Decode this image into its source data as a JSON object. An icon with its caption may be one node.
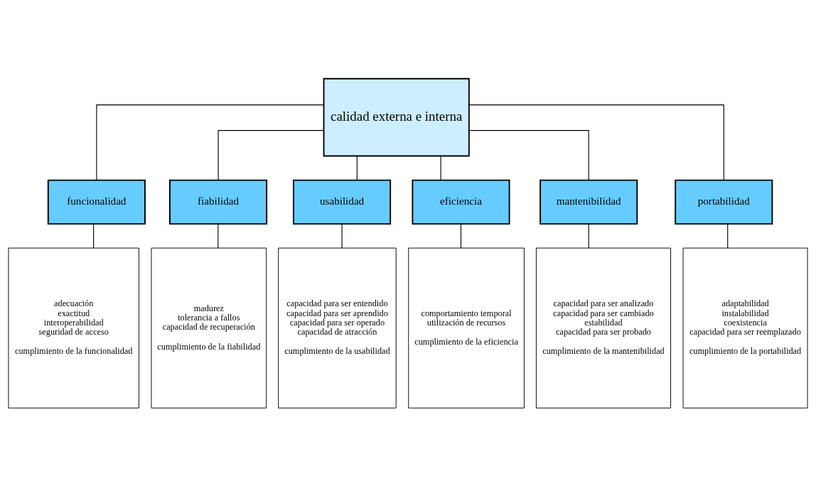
{
  "diagram": {
    "nodes": [
      {
        "text": [
          "calidad externa e interna"
        ]
      },
      {
        "text": [
          "funcionalidad"
        ]
      },
      {
        "text": [
          "fiabilidad"
        ]
      },
      {
        "text": [
          "usabilidad"
        ]
      },
      {
        "text": [
          "eficiencia"
        ]
      },
      {
        "text": [
          "mantenibilidad"
        ]
      },
      {
        "text": [
          "portabilidad"
        ]
      },
      {
        "text": [
          "adecuación",
          "exactitud",
          "interoperabilidad",
          "seguridad de acceso",
          "cumplimiento de la funcionalidad"
        ]
      },
      {
        "text": [
          "madurez",
          "tolerancia a fallos",
          "capacidad de recuperación",
          "cumplimiento de la fiabilidad"
        ]
      },
      {
        "text": [
          "capacidad para ser entendido",
          "capacidad para ser aprendido",
          "capacidad para ser operado",
          "capacidad de atracción",
          "cumplimiento de la usabilidad"
        ]
      },
      {
        "text": [
          "comportamiento temporal",
          "utilización de recursos",
          "cumplimiento de la eficiencia"
        ]
      },
      {
        "text": [
          "capacidad para ser analizado",
          "capacidad para ser cambiado",
          "estabilidad",
          "capacidad para ser probado",
          "cumplimiento de la mantenibilidad"
        ]
      },
      {
        "text": [
          "adaptabilidad",
          "instalabilidad",
          "coexistencia",
          "capacidad para ser reemplazado",
          "cumplimiento de la portabilidad"
        ]
      }
    ],
    "edges": [
      {
        "from": 0,
        "to": 1,
        "arrow": "none"
      },
      {
        "from": 0,
        "to": 2,
        "arrow": "none"
      },
      {
        "from": 0,
        "to": 3,
        "arrow": "none"
      },
      {
        "from": 0,
        "to": 4,
        "arrow": "none"
      },
      {
        "from": 0,
        "to": 5,
        "arrow": "none"
      },
      {
        "from": 0,
        "to": 6,
        "arrow": "none"
      },
      {
        "from": 1,
        "to": 7,
        "arrow": "none"
      },
      {
        "from": 2,
        "to": 8,
        "arrow": "none"
      },
      {
        "from": 3,
        "to": 9,
        "arrow": "none"
      },
      {
        "from": 4,
        "to": 10,
        "arrow": "none"
      },
      {
        "from": 5,
        "to": 11,
        "arrow": "none"
      },
      {
        "from": 6,
        "to": 12,
        "arrow": "none"
      }
    ]
  }
}
